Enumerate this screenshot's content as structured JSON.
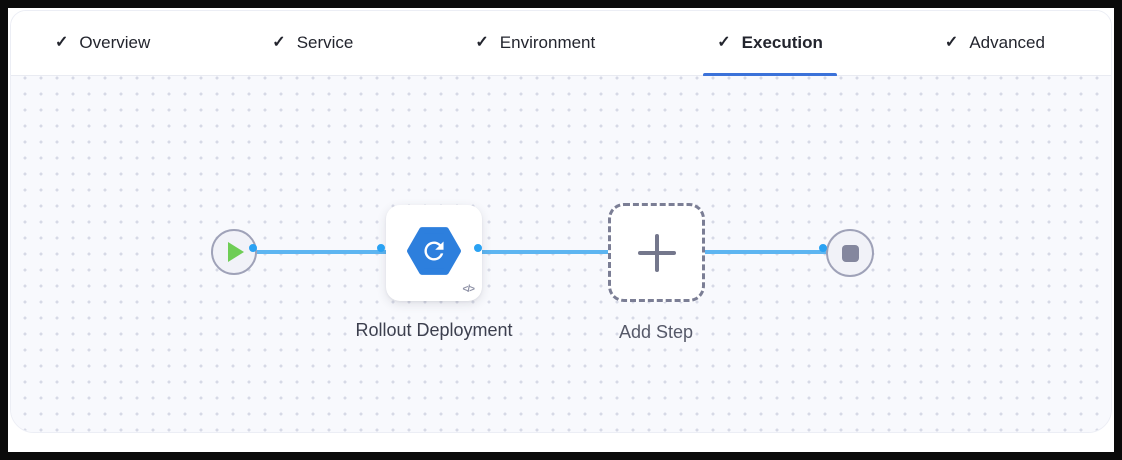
{
  "header": {
    "check_glyph": "✓",
    "tabs": [
      {
        "label": "Overview",
        "state": "completed"
      },
      {
        "label": "Service",
        "state": "completed"
      },
      {
        "label": "Environment",
        "state": "completed"
      },
      {
        "label": "Execution",
        "state": "completed",
        "active": true
      },
      {
        "label": "Advanced",
        "state": "completed"
      }
    ]
  },
  "canvas": {
    "start_node": {
      "icon": "play-icon"
    },
    "end_node": {
      "icon": "stop-icon"
    },
    "steps": [
      {
        "label": "Rollout Deployment",
        "icon": "rollout-deployment-icon",
        "badge": "</>"
      }
    ],
    "add_step": {
      "label": "Add Step",
      "icon": "plus-icon"
    }
  },
  "colors": {
    "accent_blue": "#3b72d9",
    "edge_blue": "#5db5f1",
    "connector_blue": "#2aa2f3",
    "step_icon_blue": "#2d7fdd",
    "play_green": "#6ecd55",
    "stop_gray": "#84879e",
    "canvas_bg": "#f8f9fd",
    "dot_color": "#d6d9e6"
  }
}
